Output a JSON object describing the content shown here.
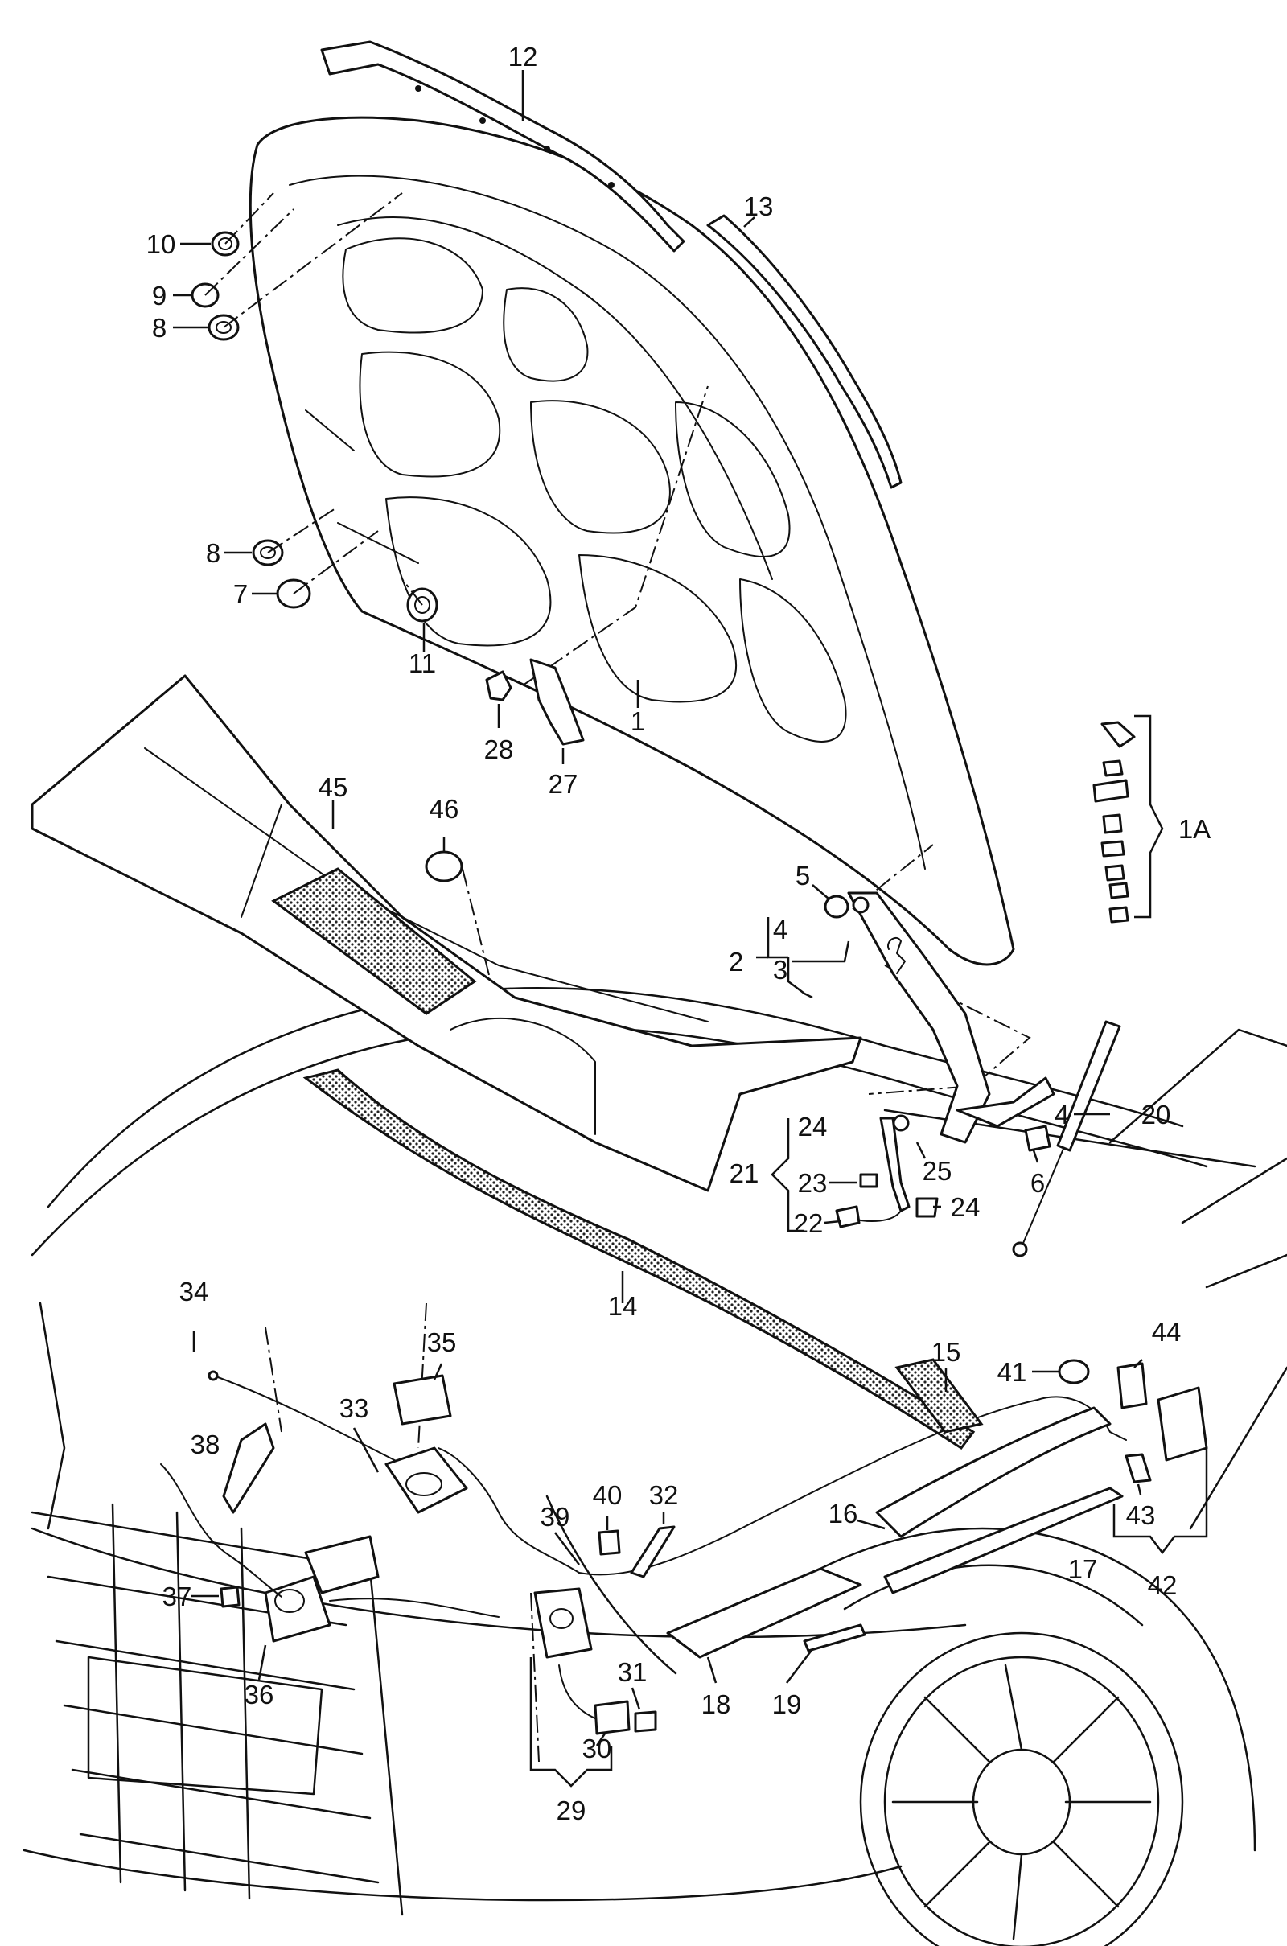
{
  "callouts": [
    {
      "id": "c-12",
      "text": "12"
    },
    {
      "id": "c-13",
      "text": "13"
    },
    {
      "id": "c-10",
      "text": "10"
    },
    {
      "id": "c-9",
      "text": "9"
    },
    {
      "id": "c-8a",
      "text": "8"
    },
    {
      "id": "c-8b",
      "text": "8"
    },
    {
      "id": "c-7",
      "text": "7"
    },
    {
      "id": "c-11",
      "text": "11"
    },
    {
      "id": "c-28",
      "text": "28"
    },
    {
      "id": "c-27",
      "text": "27"
    },
    {
      "id": "c-1",
      "text": "1"
    },
    {
      "id": "c-1A",
      "text": "1A"
    },
    {
      "id": "c-45",
      "text": "45"
    },
    {
      "id": "c-46",
      "text": "46"
    },
    {
      "id": "c-5",
      "text": "5"
    },
    {
      "id": "c-2",
      "text": "2"
    },
    {
      "id": "c-4a",
      "text": "4"
    },
    {
      "id": "c-3",
      "text": "3"
    },
    {
      "id": "c-4b",
      "text": "4"
    },
    {
      "id": "c-20",
      "text": "20"
    },
    {
      "id": "c-24a",
      "text": "24"
    },
    {
      "id": "c-21",
      "text": "21"
    },
    {
      "id": "c-25",
      "text": "25"
    },
    {
      "id": "c-6",
      "text": "6"
    },
    {
      "id": "c-23",
      "text": "23"
    },
    {
      "id": "c-22",
      "text": "22"
    },
    {
      "id": "c-24b",
      "text": "24"
    },
    {
      "id": "c-14",
      "text": "14"
    },
    {
      "id": "c-34",
      "text": "34"
    },
    {
      "id": "c-35",
      "text": "35"
    },
    {
      "id": "c-33",
      "text": "33"
    },
    {
      "id": "c-38",
      "text": "38"
    },
    {
      "id": "c-15",
      "text": "15"
    },
    {
      "id": "c-41",
      "text": "41"
    },
    {
      "id": "c-44",
      "text": "44"
    },
    {
      "id": "c-43",
      "text": "43"
    },
    {
      "id": "c-42",
      "text": "42"
    },
    {
      "id": "c-17",
      "text": "17"
    },
    {
      "id": "c-16",
      "text": "16"
    },
    {
      "id": "c-39",
      "text": "39"
    },
    {
      "id": "c-40",
      "text": "40"
    },
    {
      "id": "c-32",
      "text": "32"
    },
    {
      "id": "c-37",
      "text": "37"
    },
    {
      "id": "c-36",
      "text": "36"
    },
    {
      "id": "c-31",
      "text": "31"
    },
    {
      "id": "c-30",
      "text": "30"
    },
    {
      "id": "c-29",
      "text": "29"
    },
    {
      "id": "c-18",
      "text": "18"
    },
    {
      "id": "c-19",
      "text": "19"
    }
  ]
}
